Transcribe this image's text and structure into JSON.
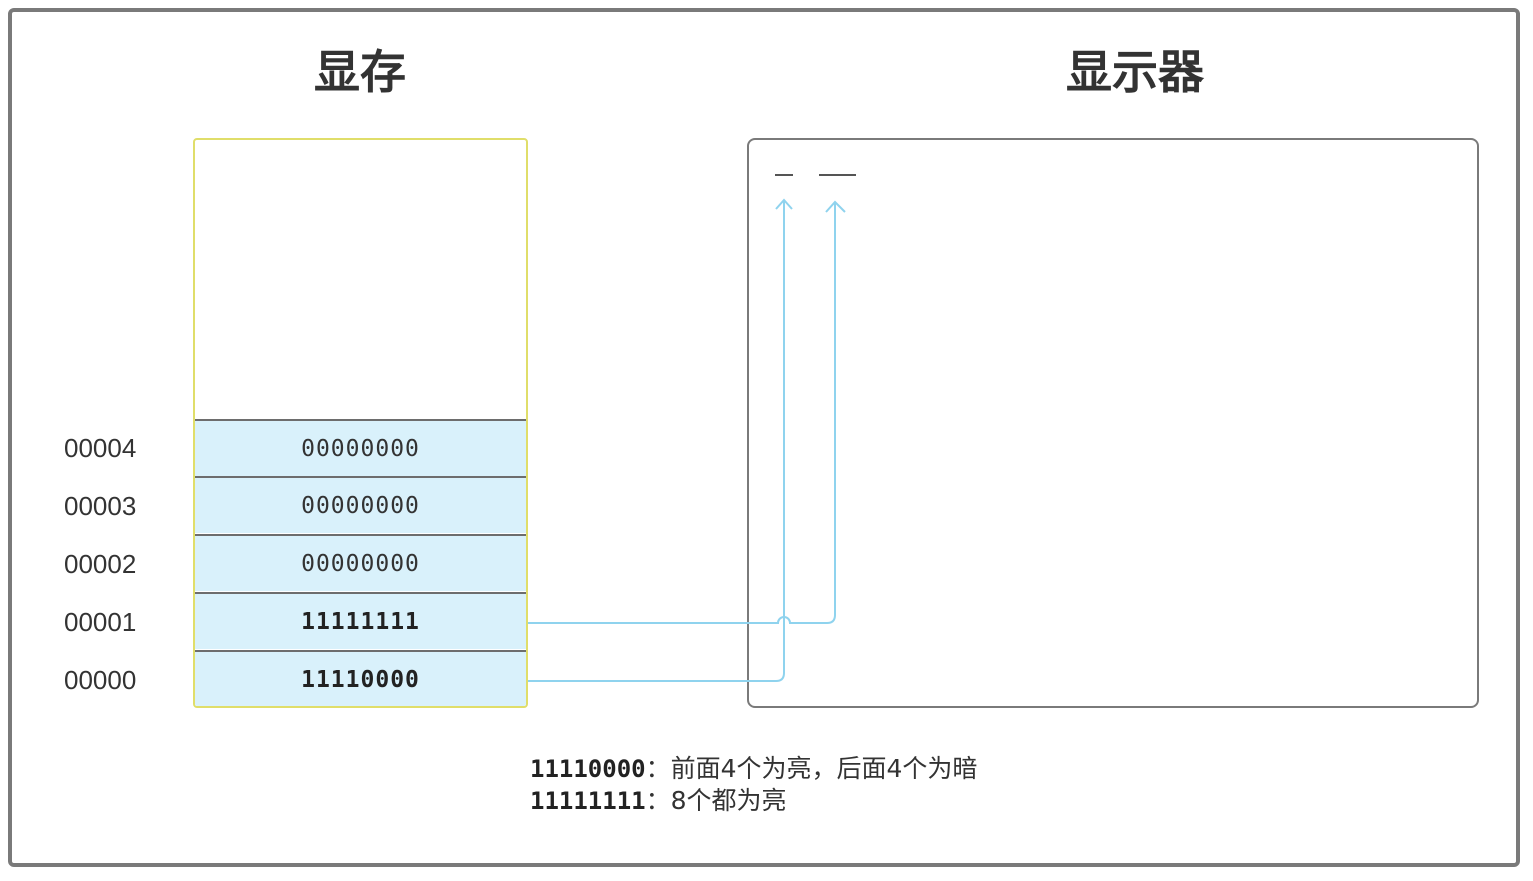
{
  "titles": {
    "vram": "显存",
    "monitor": "显示器"
  },
  "vram": {
    "ellipsis": "......",
    "rows": [
      {
        "address": "00004",
        "value": "00000000",
        "bright": false
      },
      {
        "address": "00003",
        "value": "00000000",
        "bright": false
      },
      {
        "address": "00002",
        "value": "00000000",
        "bright": false
      },
      {
        "address": "00001",
        "value": "11111111",
        "bright": true
      },
      {
        "address": "00000",
        "value": "11110000",
        "bright": true
      }
    ]
  },
  "legend": [
    {
      "code": "11110000",
      "separator": "：",
      "description": "前面4个为亮，后面4个为暗"
    },
    {
      "code": "11111111",
      "separator": "：",
      "description": "8个都为亮"
    }
  ],
  "colors": {
    "frame": "#7a7a7a",
    "vram_border": "#e0de6a",
    "cell_fill": "#d9f1fb",
    "wire": "#8fd3ee",
    "pixel": "#555555"
  }
}
